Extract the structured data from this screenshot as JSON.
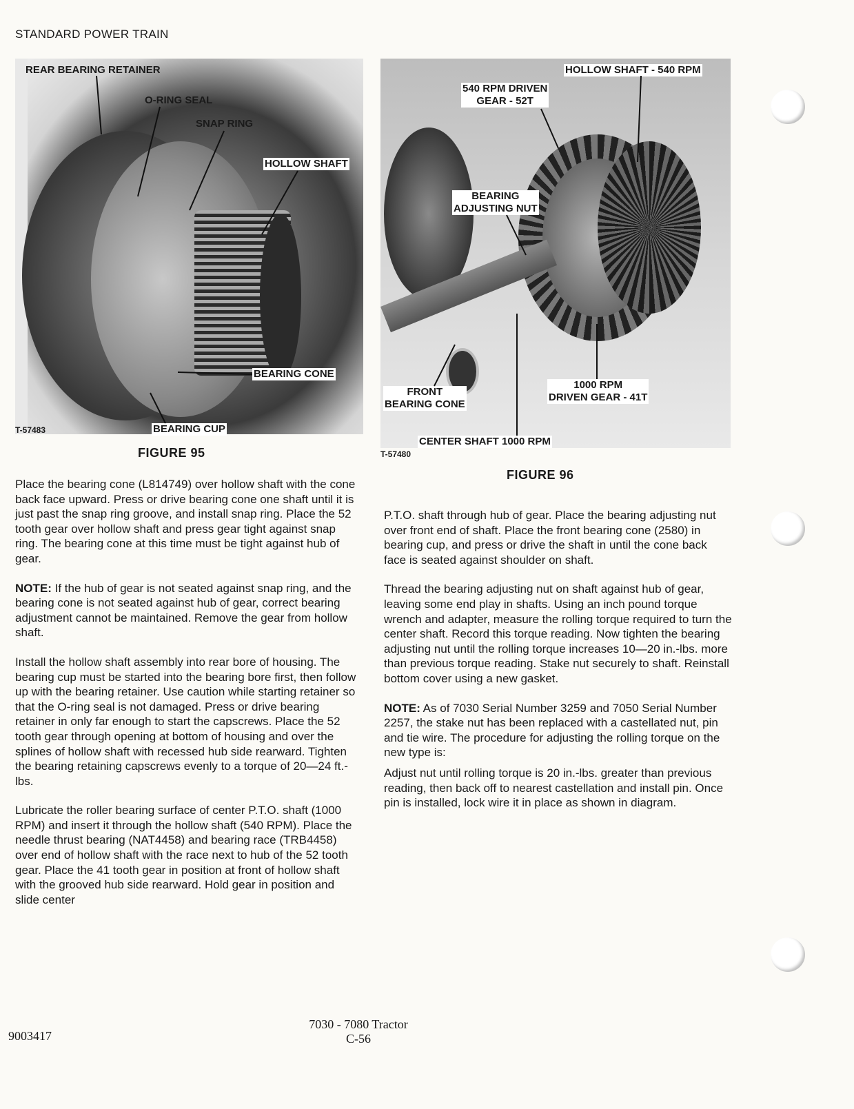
{
  "header": "STANDARD POWER TRAIN",
  "figure95": {
    "caption": "FIGURE 95",
    "code": "T-57483",
    "labels": {
      "rear_bearing_retainer": "REAR BEARING RETAINER",
      "o_ring_seal": "O-RING SEAL",
      "snap_ring": "SNAP RING",
      "hollow_shaft": "HOLLOW SHAFT",
      "bearing_cone": "BEARING CONE",
      "bearing_cup": "BEARING CUP"
    }
  },
  "figure96": {
    "caption": "FIGURE 96",
    "code": "T-57480",
    "labels": {
      "hollow_shaft_540": "HOLLOW SHAFT - 540 RPM",
      "driven_gear_52_l1": "540 RPM DRIVEN",
      "driven_gear_52_l2": "GEAR - 52T",
      "adjusting_nut_l1": "BEARING",
      "adjusting_nut_l2": "ADJUSTING NUT",
      "front_cone_l1": "FRONT",
      "front_cone_l2": "BEARING CONE",
      "driven_gear_41_l1": "1000 RPM",
      "driven_gear_41_l2": "DRIVEN GEAR - 41T",
      "center_shaft": "CENTER SHAFT 1000 RPM"
    }
  },
  "left_column": {
    "p1": "Place the bearing cone (L814749) over hollow shaft with the cone back face upward. Press or drive bearing cone one shaft until it is just past the snap ring groove, and install snap ring. Place the 52 tooth gear over hollow shaft and press gear tight against snap ring. The bearing cone at this time must be tight against hub of gear.",
    "note_label": "NOTE:",
    "note_text": " If the hub of gear is not seated against snap ring, and the bearing cone is not seated against hub of gear, correct bearing adjustment cannot be maintained. Remove the gear from hollow shaft.",
    "p2": "Install the hollow shaft assembly into rear bore of housing. The bearing cup must be started into the bearing bore first, then follow up with the bearing retainer. Use caution while starting retainer so that the O-ring seal is not damaged. Press or drive bearing retainer in only far enough to start the capscrews. Place the 52 tooth gear through opening at bottom of housing and over the splines of hollow shaft with recessed hub side rearward. Tighten the bearing retaining capscrews evenly to a torque of 20—24 ft.-lbs.",
    "p3": "Lubricate the roller bearing surface of center P.T.O. shaft (1000 RPM) and insert it through the hollow shaft (540 RPM). Place the needle thrust bearing (NAT4458) and bearing race (TRB4458) over end of hollow shaft with the race next to hub of the 52 tooth gear. Place the 41 tooth gear in position at front of hollow shaft with the grooved hub side rearward. Hold gear in position and slide center"
  },
  "right_column": {
    "p1": "P.T.O. shaft through hub of gear. Place the bearing adjusting nut over front end of shaft. Place the front bearing cone (2580) in bearing cup, and press or drive the shaft in until the cone back face is seated against shoulder on shaft.",
    "p2": "Thread the bearing adjusting nut on shaft against hub of gear, leaving some end play in shafts. Using an inch pound torque wrench and adapter, measure the rolling torque required to turn the center shaft. Record this torque reading. Now tighten the bearing adjusting nut until the rolling torque increases 10—20 in.-lbs. more than previous torque reading. Stake nut securely to shaft. Reinstall bottom cover using a new gasket.",
    "note_label": "NOTE:",
    "note_text": " As of 7030 Serial Number 3259 and 7050 Serial Number 2257, the stake nut has been replaced with a castellated nut, pin and tie wire. The procedure for adjusting the rolling torque on the new type is:",
    "p3": "Adjust nut until rolling torque is 20 in.-lbs. greater than previous reading, then back off to nearest castellation and install pin. Once pin is installed, lock wire it in place as shown in diagram."
  },
  "footer": {
    "part_number": "9003417",
    "title": "7030 - 7080 Tractor",
    "page": "C-56"
  }
}
